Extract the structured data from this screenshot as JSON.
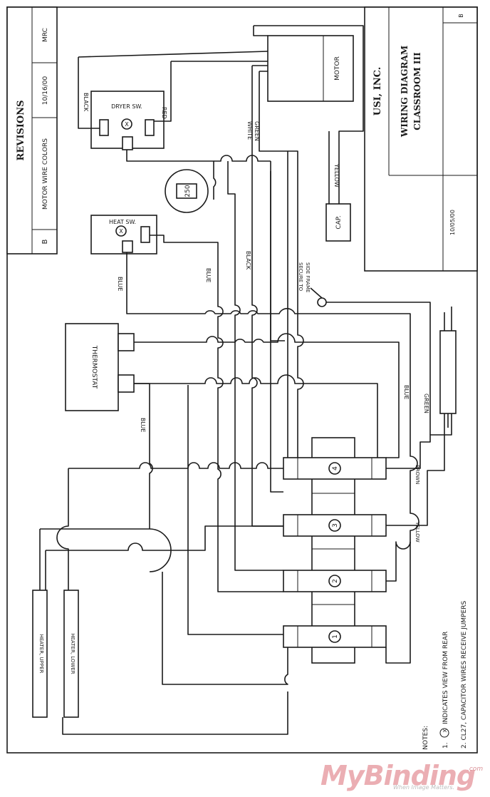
{
  "revisions": {
    "heading": "REVISIONS",
    "rev": "B",
    "description": "MOTOR WIRE COLORS",
    "date": "10/16/00",
    "by": "MRC"
  },
  "title_block": {
    "company": "USI, INC.",
    "title_line1": "WIRING DIAGRAM",
    "title_line2": "CLASSROOM III",
    "date": "10/05/00",
    "rev": "B"
  },
  "components": {
    "motor": "MOTOR",
    "cap": "CAP.",
    "thermostat": "THERMOSTAT",
    "dryer_switch": "DRYER SW.",
    "heat_switch": "HEAT SW.",
    "thermal_disc": "250",
    "heater_upper": "HEATER, UPPER",
    "heater_lower": "HEATER, LOWER",
    "switch_x": "X"
  },
  "wires": {
    "black_top": "BLACK",
    "red": "RED",
    "white": "WHITE",
    "green_motor": "GREEN",
    "yellow": "YELLOW",
    "blue_heat": "BLUE",
    "blue_mid": "BLUE",
    "black_mid": "BLACK",
    "blue_thermo": "BLUE",
    "blue_right": "BLUE",
    "green_cord": "GREEN",
    "brown": "BROWN",
    "yellow_bottom": "YELLOW",
    "secure": "SECURE TO",
    "secure2": "SIDE FRAME"
  },
  "terminals": [
    "1",
    "2",
    "3",
    "4"
  ],
  "notes": {
    "heading": "NOTES:",
    "note1_prefix": "1.",
    "note1_symbol": "X",
    "note1_text": "INDICATES VIEW FROM REAR",
    "note2": "2. CL27, CAPACITOR WIRES RECEIVE JUMPERS"
  },
  "watermark": {
    "brand": "MyBinding",
    "suffix": ".com",
    "tagline": "When Image Matters."
  }
}
